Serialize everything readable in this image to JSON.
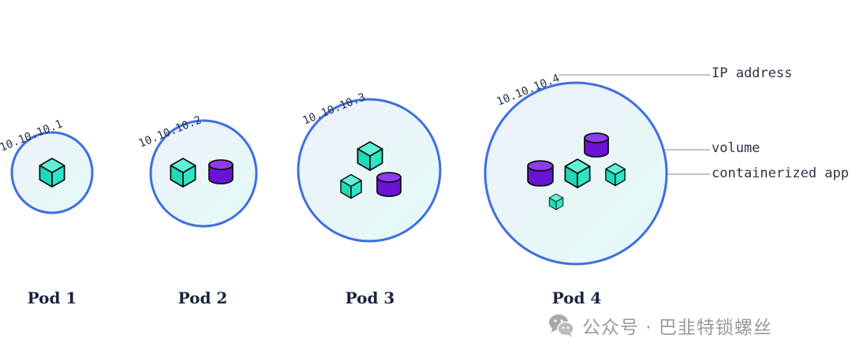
{
  "pods": [
    {
      "label": "Pod 1",
      "ip": "10.10.10.1"
    },
    {
      "label": "Pod 2",
      "ip": "10.10.10.2"
    },
    {
      "label": "Pod 3",
      "ip": "10.10.10.3"
    },
    {
      "label": "Pod 4",
      "ip": "10.10.10.4"
    }
  ],
  "legend": {
    "ip_address": "IP address",
    "volume": "volume",
    "containerized_app": "containerized app"
  },
  "watermark": {
    "text": "公众号 · 巴韭特锁螺丝",
    "icon": "wechat-icon"
  },
  "colors": {
    "pod_border": "#3e6fe0",
    "container": "#2ee6c4",
    "volume": "#7a1fe0",
    "leader_line": "#8a8a8a"
  }
}
